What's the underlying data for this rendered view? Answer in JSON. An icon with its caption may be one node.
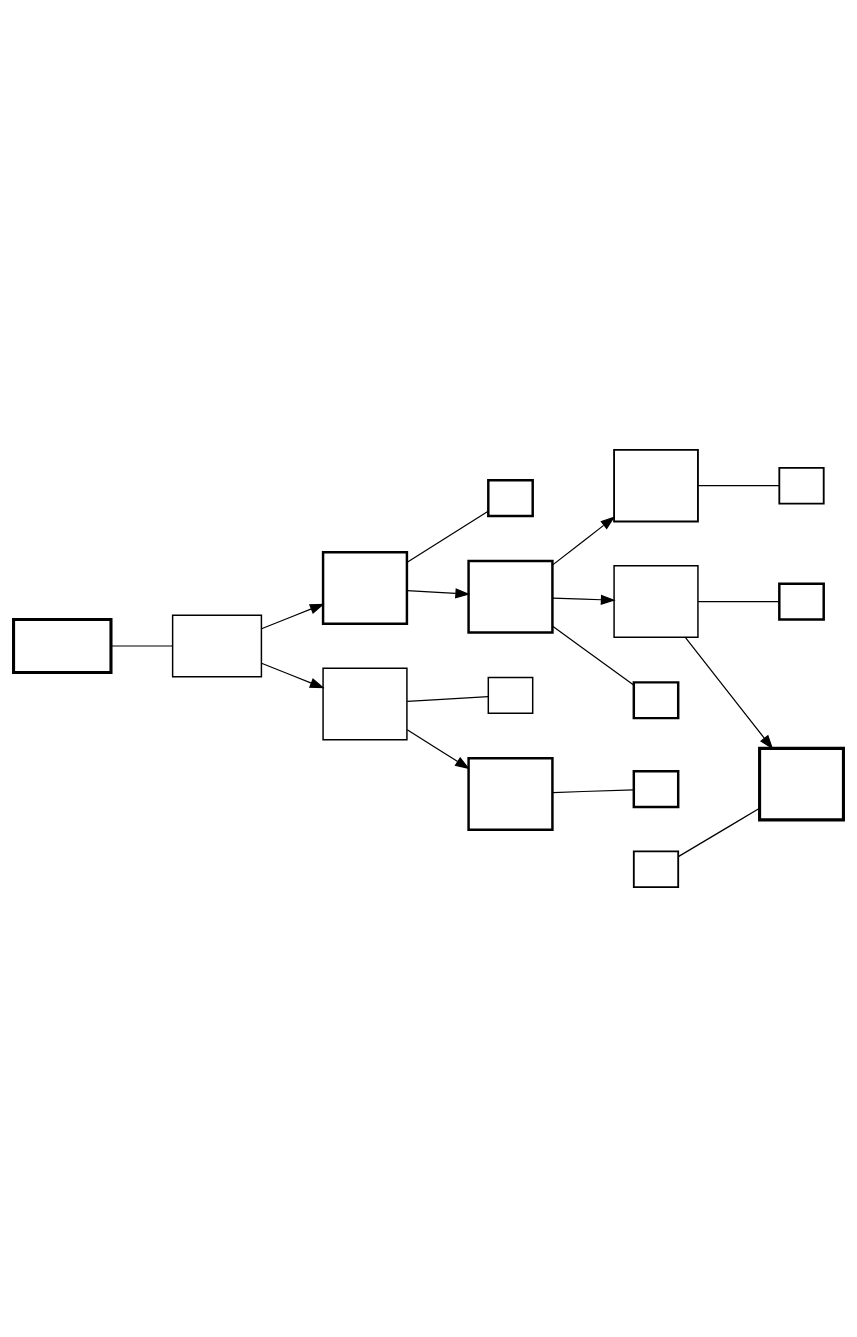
{
  "diagram": {
    "nodes": [
      {
        "text": [],
        "shape": "box"
      },
      {
        "text": [],
        "shape": "box"
      },
      {
        "text": [],
        "shape": "box"
      },
      {
        "text": [],
        "shape": "box"
      },
      {
        "text": [],
        "shape": "box"
      },
      {
        "text": [],
        "shape": "box"
      },
      {
        "text": [],
        "shape": "box"
      },
      {
        "text": [],
        "shape": "box"
      },
      {
        "text": [],
        "shape": "box"
      },
      {
        "text": [],
        "shape": "box"
      },
      {
        "text": [],
        "shape": "box"
      },
      {
        "text": [],
        "shape": "box"
      },
      {
        "text": [],
        "shape": "box"
      },
      {
        "text": [],
        "shape": "box"
      },
      {
        "text": [],
        "shape": "box"
      },
      {
        "text": [],
        "shape": "box"
      }
    ],
    "edges": [
      {
        "from": 0,
        "to": 1,
        "arrow": "none"
      },
      {
        "from": 1,
        "to": 2,
        "arrow": "to"
      },
      {
        "from": 1,
        "to": 4,
        "arrow": "to"
      },
      {
        "from": 2,
        "to": 3,
        "arrow": "none"
      },
      {
        "from": 2,
        "to": 6,
        "arrow": "to"
      },
      {
        "from": 4,
        "to": 5,
        "arrow": "none"
      },
      {
        "from": 4,
        "to": 12,
        "arrow": "to"
      },
      {
        "from": 12,
        "to": 13,
        "arrow": "none"
      },
      {
        "from": 6,
        "to": 7,
        "arrow": "none"
      },
      {
        "from": 6,
        "to": 8,
        "arrow": "to"
      },
      {
        "from": 6,
        "to": 14,
        "arrow": "to"
      },
      {
        "from": 14,
        "to": 15,
        "arrow": "none"
      },
      {
        "from": 8,
        "to": 9,
        "arrow": "none"
      },
      {
        "from": 8,
        "to": 10,
        "arrow": "to"
      },
      {
        "from": 11,
        "to": 10,
        "arrow": "none"
      }
    ]
  }
}
